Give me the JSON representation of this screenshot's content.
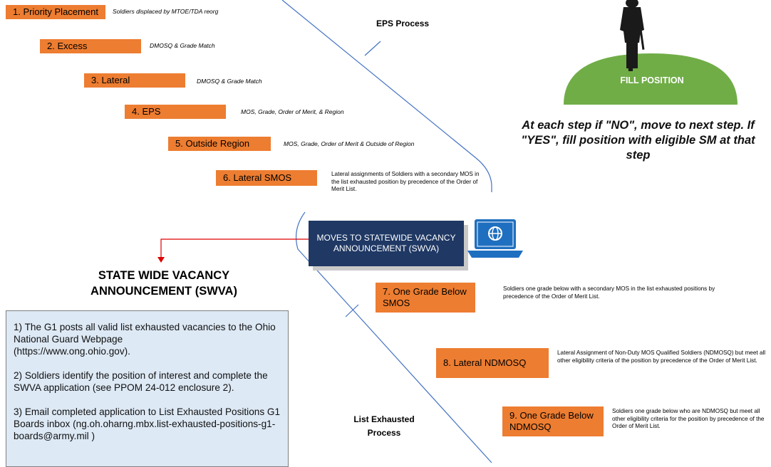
{
  "steps": [
    {
      "label": "1. Priority Placement",
      "desc": "Soldiers displaced by MTOE/TDA reorg"
    },
    {
      "label": "2. Excess",
      "desc": "DMOSQ & Grade Match"
    },
    {
      "label": "3. Lateral",
      "desc": "DMOSQ & Grade Match"
    },
    {
      "label": "4. EPS",
      "desc": "MOS, Grade, Order of Merit, & Region"
    },
    {
      "label": "5. Outside Region",
      "desc": "MOS, Grade, Order of Merit & Outside of Region"
    },
    {
      "label": "6. Lateral SMOS",
      "desc": "Lateral assignments of Soldiers with a secondary MOS in the list exhausted position by precedence of the Order of Merit List."
    },
    {
      "label": "7. One Grade Below SMOS",
      "desc": "Soldiers one grade below with a secondary MOS in the list exhausted positions by precedence of the Order of Merit List."
    },
    {
      "label": "8. Lateral NDMOSQ",
      "desc": "Lateral Assignment of Non-Duty MOS Qualified Soldiers (NDMOSQ) but meet all other eligibility criteria of the position by precedence of the Order of Merit List."
    },
    {
      "label": "9. One Grade Below NDMOSQ",
      "desc": "Soldiers one grade below who are NDMOSQ but meet all other eligibility criteria for the position by precedence of the Order of Merit List."
    }
  ],
  "eps_process": "EPS Process",
  "list_exhausted_process": "List Exhausted Process",
  "fill_position": "FILL POSITION",
  "fill_message": "At each step if \"NO\", move to next step. If \"YES\", fill position with eligible SM at that step",
  "swva_box": "MOVES TO STATEWIDE VACANCY ANNOUNCEMENT (SWVA)",
  "swva_title": "STATE WIDE VACANCY ANNOUNCEMENT (SWVA)",
  "info_items": [
    "1) The G1 posts all valid list exhausted vacancies to the Ohio National Guard Webpage\n(https://www.ong.ohio.gov).",
    "2) Soldiers identify the position of interest and complete the SWVA application (see PPOM 24-012 enclosure 2).",
    "3) Email completed application to List Exhausted Positions G1 Boards inbox  (ng.oh.oharng.mbx.list-exhausted-positions-g1-boards@army.mil )"
  ],
  "colors": {
    "step": "#ed7d31",
    "line": "#4472c4",
    "navy": "#1f3864",
    "hill": "#70ad47",
    "info_bg": "#dde9f5",
    "arrow": "#e00000"
  },
  "icons": [
    "soldier-silhouette-icon",
    "laptop-globe-icon"
  ]
}
